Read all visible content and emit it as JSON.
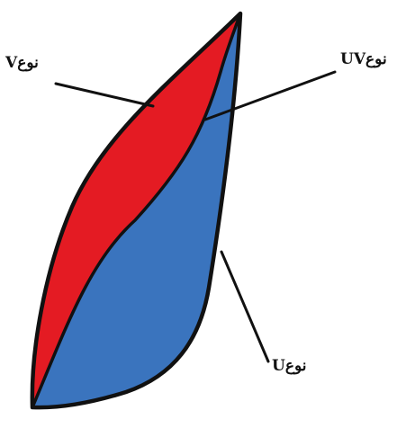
{
  "labels": {
    "v_type": "Vنوع",
    "uv_type": "UVنوع",
    "u_type": "Uنوع"
  },
  "colors": {
    "v_region": "#e41b23",
    "u_region": "#3a74be",
    "outline": "#111111",
    "leader": "#111111",
    "background": "#ffffff"
  }
}
